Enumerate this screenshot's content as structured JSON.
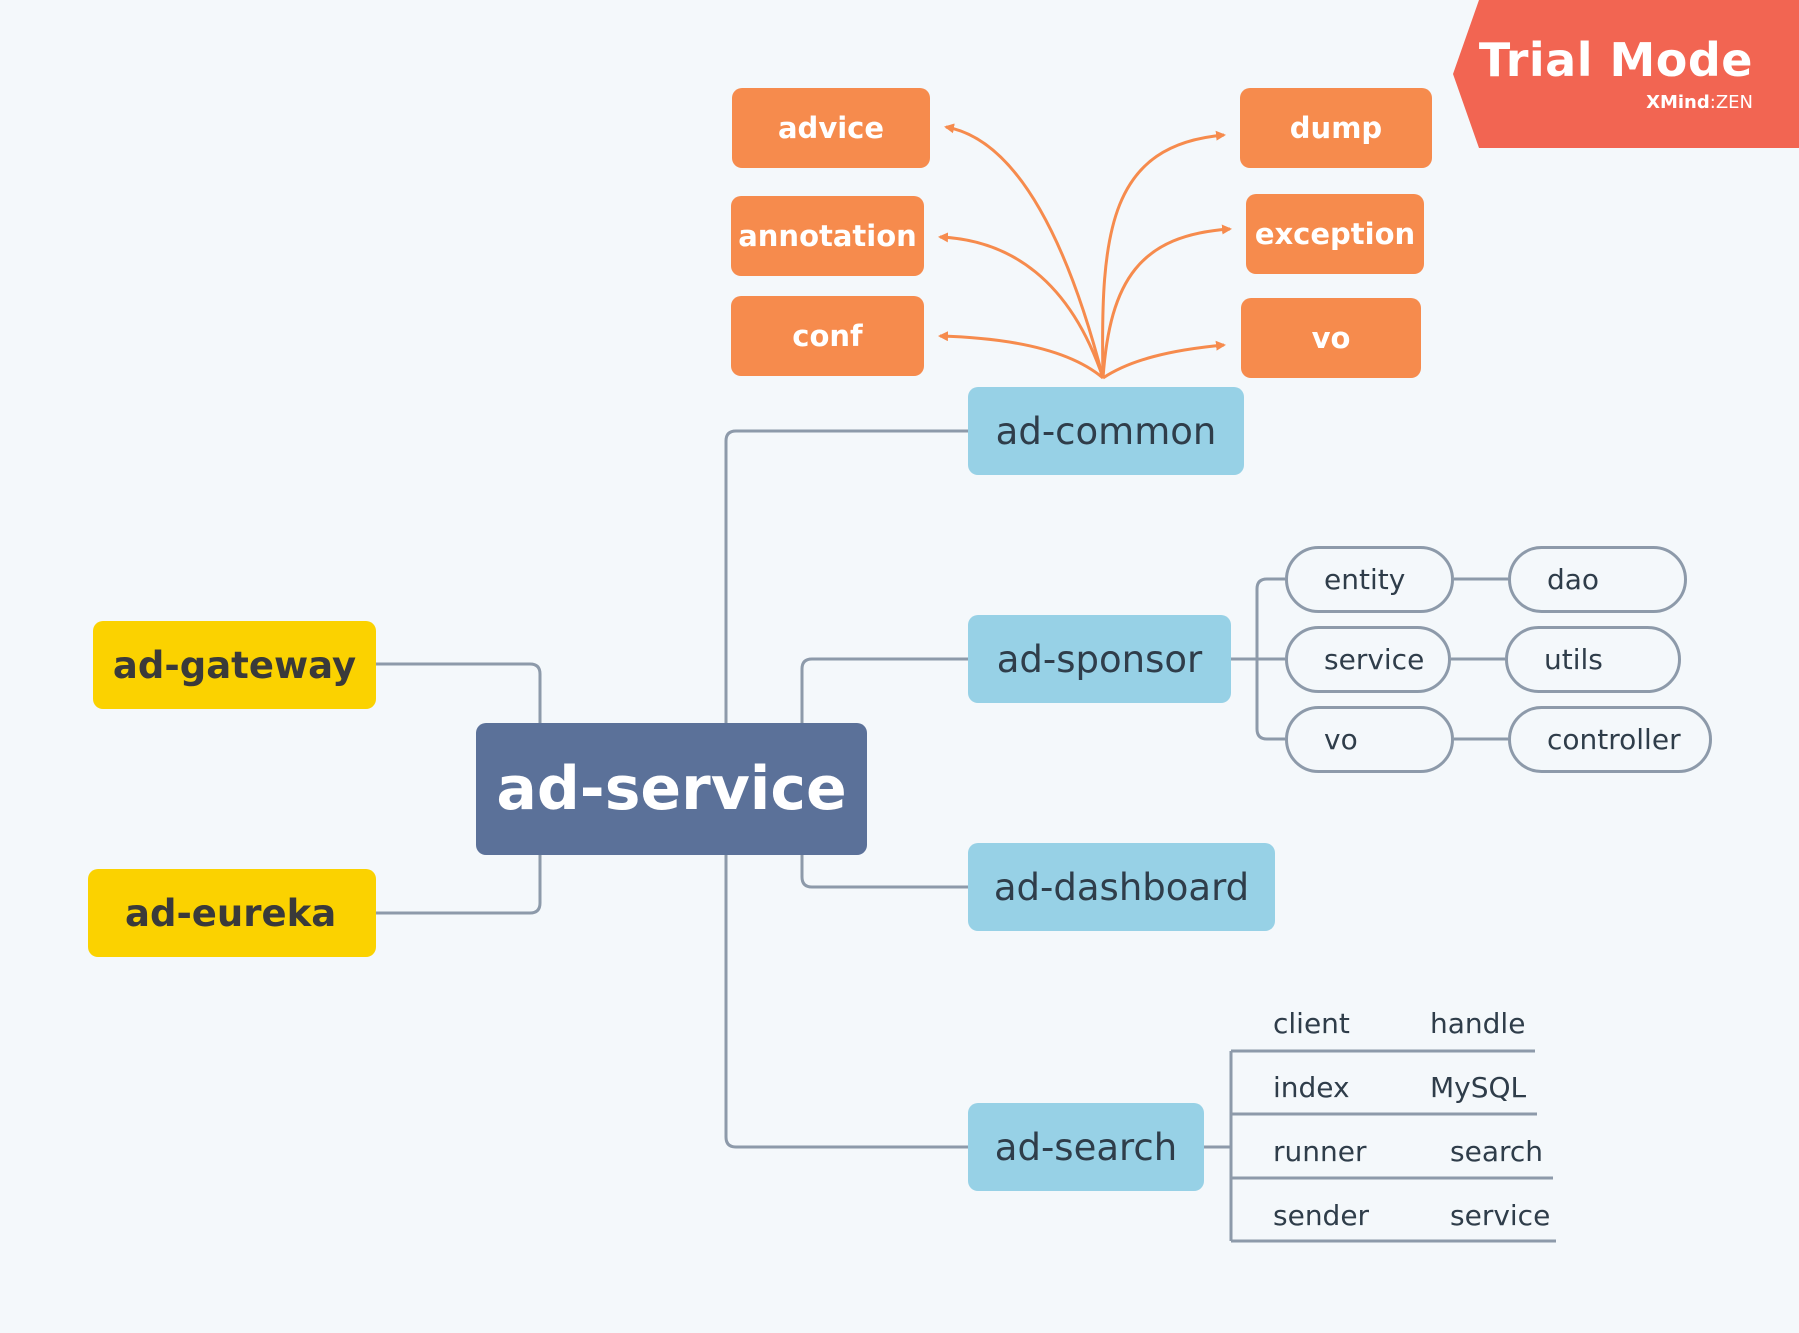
{
  "central_topic": "ad-service",
  "left_topics": [
    "ad-gateway",
    "ad-eureka"
  ],
  "main_topics": {
    "common": "ad-common",
    "sponsor": "ad-sponsor",
    "dashboard": "ad-dashboard",
    "search": "ad-search"
  },
  "common_packages": {
    "left": [
      "advice",
      "annotation",
      "conf"
    ],
    "right": [
      "dump",
      "exception",
      "vo"
    ]
  },
  "sponsor_packages": {
    "first_level": [
      "entity",
      "service",
      "vo"
    ],
    "second_level": [
      "dao",
      "utils",
      "controller"
    ]
  },
  "search_packages": [
    [
      "client",
      "handle"
    ],
    [
      "index",
      "MySQL"
    ],
    [
      "runner",
      "search"
    ],
    [
      "sender",
      "service"
    ]
  ],
  "watermark": {
    "title": "Trial Mode",
    "brand_name": "XMind",
    "brand_separator": ":",
    "brand_edition": "ZEN"
  },
  "colors": {
    "background": "#f4f8fb",
    "central": "#5b7199",
    "main_topic": "#97d1e6",
    "left_topic": "#fbd200",
    "package": "#f68b4d",
    "connector": "#8d9aaa",
    "arrow": "#f68b4d",
    "watermark": "#f26552"
  }
}
